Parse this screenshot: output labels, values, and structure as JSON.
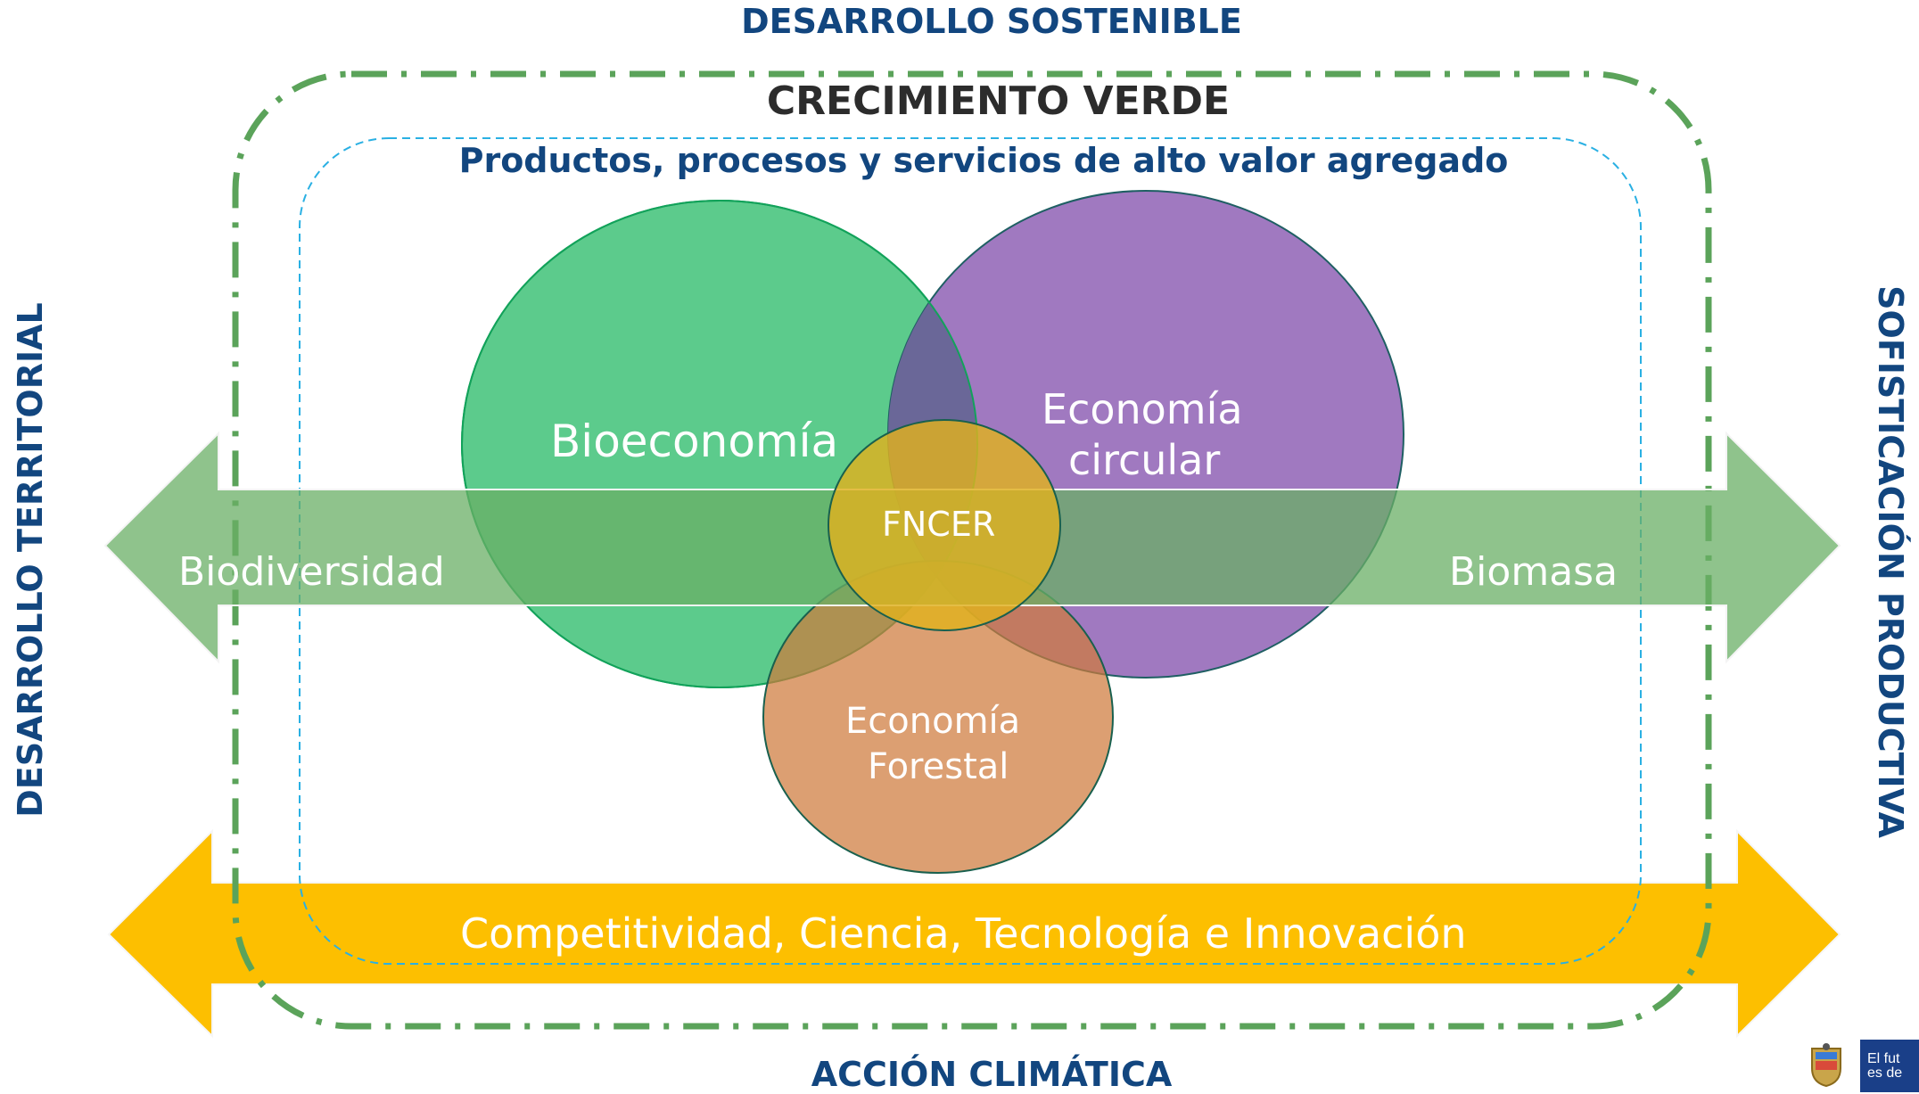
{
  "titles": {
    "top": "DESARROLLO SOSTENIBLE",
    "crecimiento": "CRECIMIENTO VERDE",
    "productos": "Productos, procesos y servicios de alto valor agregado",
    "left": "DESARROLLO TERRITORIAL",
    "right": "SOFISTICACIÓN PRODUCTIVA",
    "bottom": "ACCIÓN CLIMÁTICA"
  },
  "circles": {
    "bioeconomia": "Bioeconomía",
    "economia_circular_1": "Economía",
    "economia_circular_2": "circular",
    "fncer": "FNCER",
    "economia_forestal_1": "Economía",
    "economia_forestal_2": "Forestal"
  },
  "arrows": {
    "biodiversidad": "Biodiversidad",
    "biomasa": "Biomasa",
    "competitividad": "Competitividad, Ciencia, Tecnología e Innovación"
  },
  "logo": {
    "line1": "El fut",
    "line2": "es de"
  },
  "colors": {
    "title_blue": "#12467f",
    "green_circle": "#5ccb8c",
    "purple_circle": "#a079c0",
    "orange_circle": "#dfa076",
    "fncer_circle": "#e5ad2e",
    "green_arrow": "#8ec28b",
    "yellow_arrow": "#fdbf00",
    "green_dashed_border": "#5ba35a",
    "blue_dashed_border": "#2ab0e3"
  }
}
